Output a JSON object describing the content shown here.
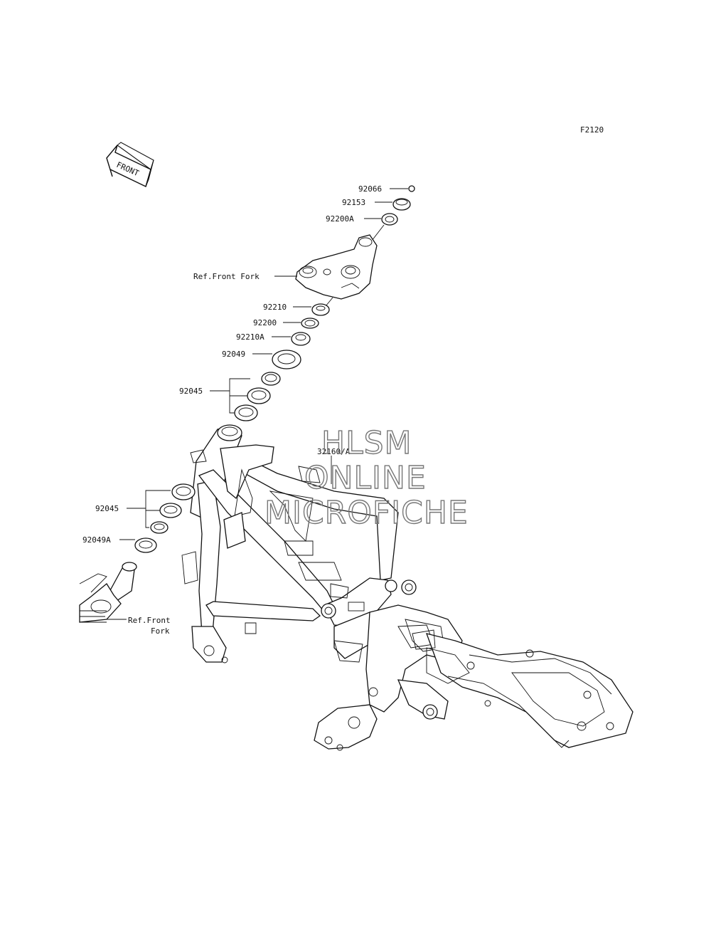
{
  "figure_id": "F2120",
  "front_arrow_label": "FRONT",
  "labels": {
    "p92066": "92066",
    "p92153": "92153",
    "p92200A": "92200A",
    "ref_front_fork_top": "Ref.Front Fork",
    "p92210": "92210",
    "p92200": "92200",
    "p92210A": "92210A",
    "p92049": "92049",
    "p92045_upper": "92045",
    "p32160A": "32160/A",
    "p92045_lower": "92045",
    "p92049A": "92049A",
    "ref_front_fork_bottom_1": "Ref.Front",
    "ref_front_fork_bottom_2": "Fork"
  },
  "watermark": {
    "line1": "HLSM",
    "line2": "ONLINE",
    "line3": "MICROFICHE",
    "color": "#777777"
  },
  "line_color": "#111111",
  "background": "#ffffff"
}
